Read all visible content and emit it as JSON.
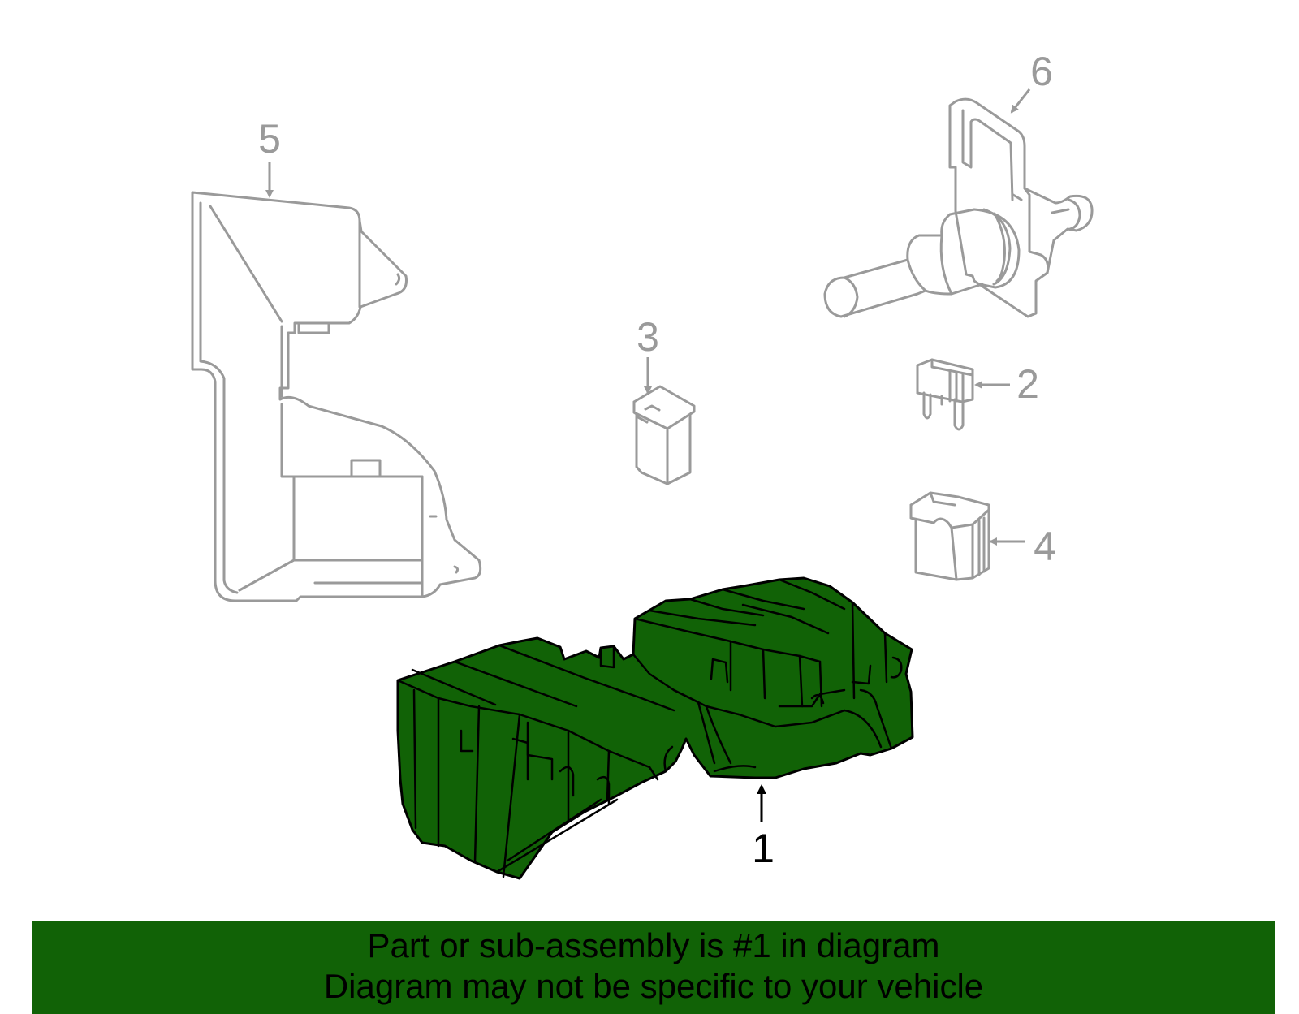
{
  "callouts": {
    "c1": "1",
    "c2": "2",
    "c3": "3",
    "c4": "4",
    "c5": "5",
    "c6": "6"
  },
  "banner": {
    "line1": "Part or sub-assembly is #1 in diagram",
    "line2": "Diagram may not be specific to your vehicle"
  },
  "colors": {
    "highlight": "#116206",
    "banner": "#116206",
    "outline": "#9a9a9a",
    "highlight_label": "#000000"
  }
}
